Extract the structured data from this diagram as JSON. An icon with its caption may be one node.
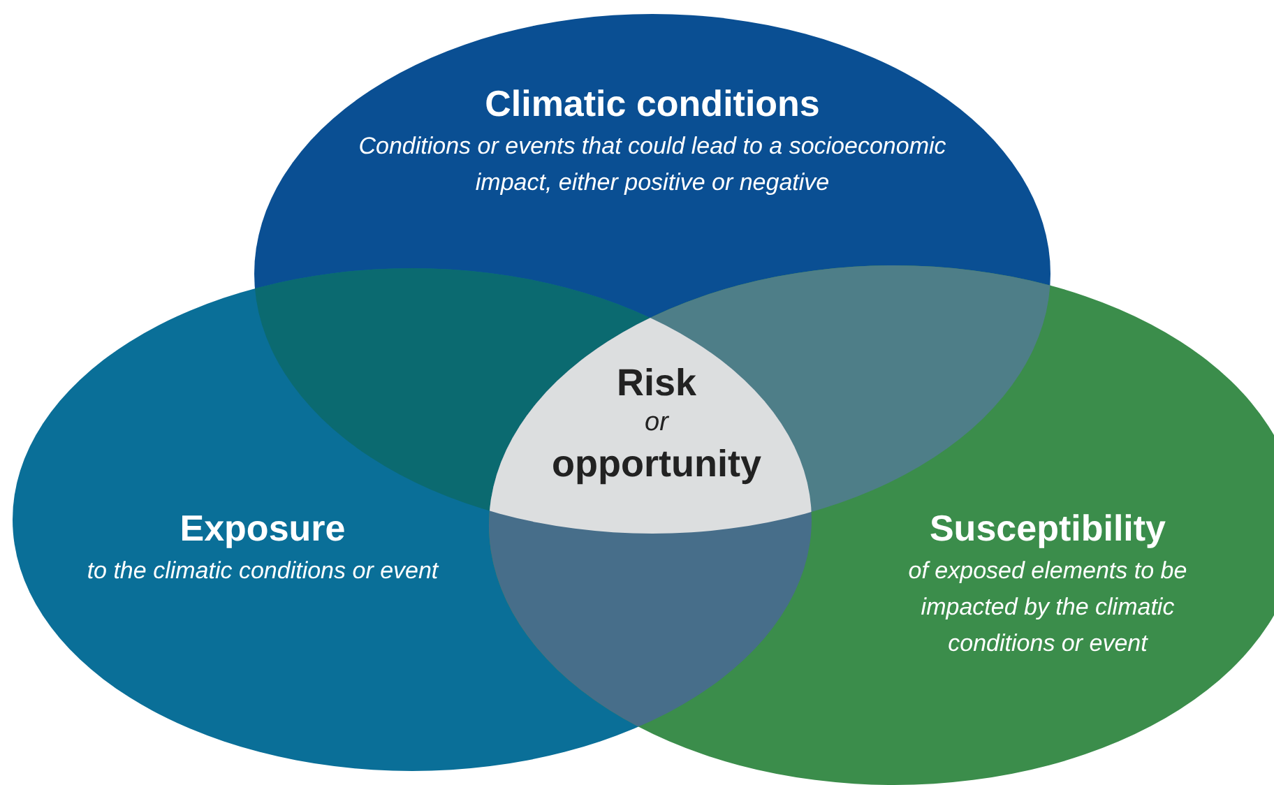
{
  "diagram": {
    "nodes": [
      {
        "text": [
          "Climatic conditions",
          "Conditions or events that could lead to a socioeconomic impact, either positive or negative"
        ]
      },
      {
        "text": [
          "Exposure",
          "to the climatic conditions or event"
        ]
      },
      {
        "text": [
          "Susceptibility",
          "of exposed elements to be impacted by the climatic conditions or event"
        ]
      },
      {
        "text": [
          "Risk",
          "or",
          "opportunity"
        ]
      }
    ]
  }
}
